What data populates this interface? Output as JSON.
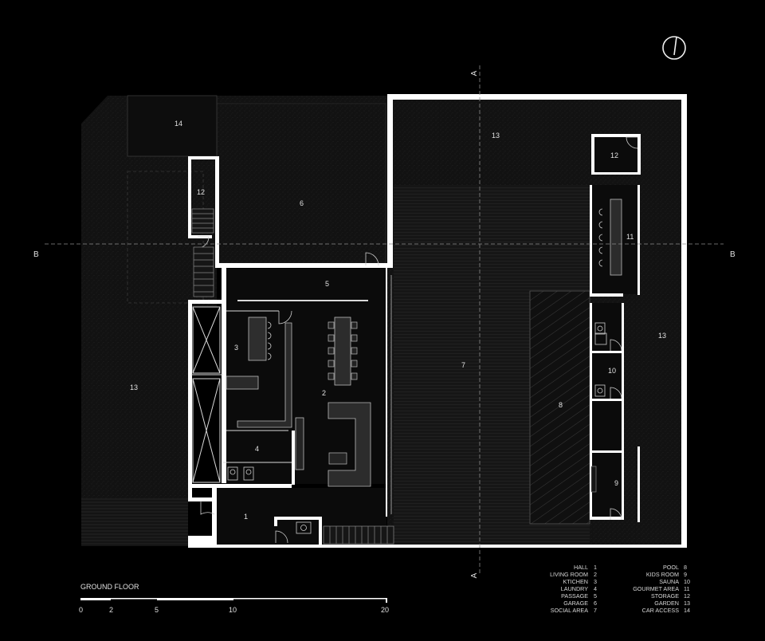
{
  "room_numbers": {
    "hall": "1",
    "living_room": "2",
    "kitchen": "3",
    "laundry": "4",
    "passage": "5",
    "garage": "6",
    "social_area": "7",
    "pool": "8",
    "kids_room": "9",
    "sauna": "10",
    "gourmet_area": "11",
    "storage_top": "12",
    "storage_left": "12",
    "garden_top": "13",
    "garden_right": "13",
    "garden_left": "13",
    "car_access": "14"
  },
  "section_marks": {
    "a_top": "A",
    "a_bottom": "A",
    "b_left": "B",
    "b_right": "B"
  },
  "title": "GROUND FLOOR",
  "scale_labels": [
    "0",
    "2",
    "5",
    "10",
    "20"
  ],
  "legend_left": [
    {
      "name": "HALL",
      "num": "1"
    },
    {
      "name": "LIVING ROOM",
      "num": "2"
    },
    {
      "name": "KTICHEN",
      "num": "3"
    },
    {
      "name": "LAUNDRY",
      "num": "4"
    },
    {
      "name": "PASSAGE",
      "num": "5"
    },
    {
      "name": "GARAGE",
      "num": "6"
    },
    {
      "name": "SOCIAL AREA",
      "num": "7"
    }
  ],
  "legend_right": [
    {
      "name": "POOL",
      "num": "8"
    },
    {
      "name": "KIDS ROOM",
      "num": "9"
    },
    {
      "name": "SAUNA",
      "num": "10"
    },
    {
      "name": "GOURMET AREA",
      "num": "11"
    },
    {
      "name": "STORAGE",
      "num": "12"
    },
    {
      "name": "GARDEN",
      "num": "13"
    },
    {
      "name": "CAR ACCESS",
      "num": "14"
    }
  ],
  "north_arrow": "north-arrow-icon",
  "colors": {
    "background": "#000000",
    "walls": "#ffffff",
    "garden": "#151515",
    "deck": "#1b1b1b",
    "interior": "#0a0a0a"
  }
}
